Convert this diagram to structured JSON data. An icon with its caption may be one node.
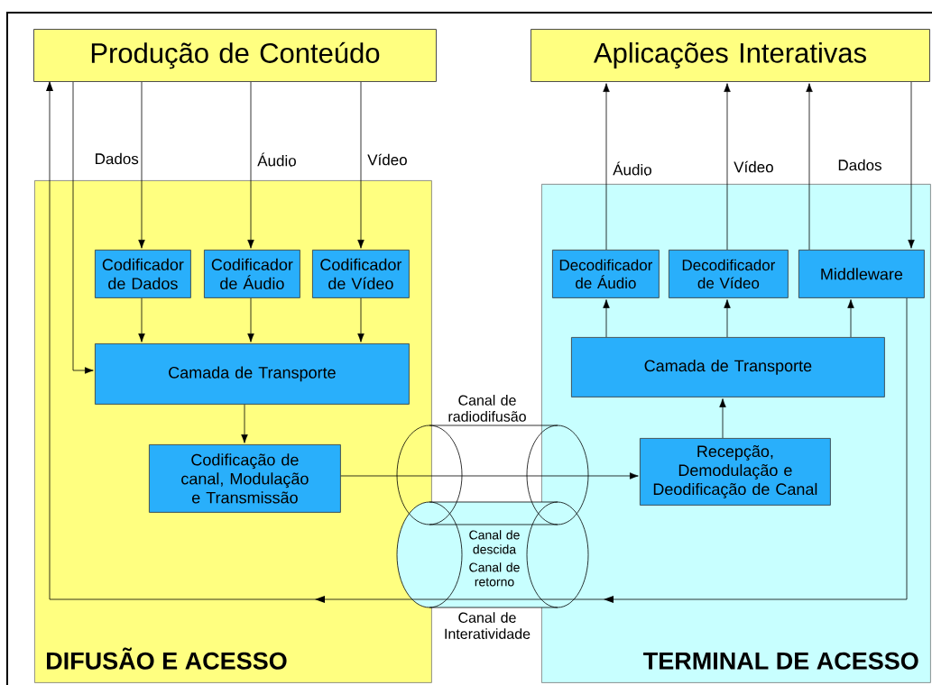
{
  "diagram": {
    "nodes": [
      {
        "text": [
          "Produção de Conteúdo"
        ]
      },
      {
        "text": [
          "Aplicações Interativas"
        ]
      },
      {
        "text": [
          "DIFUSÃO E ACESSO"
        ]
      },
      {
        "text": [
          "Codificador de Dados"
        ],
        "in": 2
      },
      {
        "text": [
          "Codificador de Áudio"
        ],
        "in": 2
      },
      {
        "text": [
          "Codificador de Vídeo"
        ],
        "in": 2
      },
      {
        "text": [
          "Camada de Transporte"
        ],
        "in": 2
      },
      {
        "text": [
          "Codificação de canal, Modulação e Transmissão"
        ],
        "in": 2
      },
      {
        "text": [
          "TERMINAL DE ACESSO"
        ]
      },
      {
        "text": [
          "Decodificador de Áudio"
        ],
        "in": 8
      },
      {
        "text": [
          "Decodificador de Vídeo"
        ],
        "in": 8
      },
      {
        "text": [
          "Middleware"
        ],
        "in": 8
      },
      {
        "text": [
          "Camada de Transporte"
        ],
        "in": 8
      },
      {
        "text": [
          "Recepção, Demodulação e Deodificação de Canal"
        ],
        "in": 8
      }
    ],
    "edges": [
      {
        "from": 0,
        "to": 3,
        "arrow": "to",
        "label": "Dados"
      },
      {
        "from": 0,
        "to": 4,
        "arrow": "to",
        "label": "Áudio"
      },
      {
        "from": 0,
        "to": 5,
        "arrow": "to",
        "label": "Vídeo"
      },
      {
        "from": 0,
        "to": 6,
        "arrow": "to"
      },
      {
        "from": 3,
        "to": 6,
        "arrow": "to"
      },
      {
        "from": 4,
        "to": 6,
        "arrow": "to"
      },
      {
        "from": 5,
        "to": 6,
        "arrow": "to"
      },
      {
        "from": 6,
        "to": 7,
        "arrow": "to"
      },
      {
        "from": 7,
        "to": 13,
        "arrow": "to"
      },
      {
        "from": 13,
        "to": 12,
        "arrow": "to"
      },
      {
        "from": 12,
        "to": 9,
        "arrow": "to"
      },
      {
        "from": 12,
        "to": 10,
        "arrow": "to"
      },
      {
        "from": 12,
        "to": 11,
        "arrow": "to"
      },
      {
        "from": 9,
        "to": 1,
        "arrow": "to",
        "label": "Áudio"
      },
      {
        "from": 10,
        "to": 1,
        "arrow": "to",
        "label": "Vídeo"
      },
      {
        "from": 11,
        "to": 1,
        "arrow": "to",
        "label": "Dados"
      },
      {
        "from": 1,
        "to": 11,
        "arrow": "to"
      },
      {
        "from": 11,
        "to": 0,
        "arrow": "to"
      }
    ],
    "labels": [
      "Canal de radiodifusão",
      "Canal de descida",
      "Canal de retorno",
      "Canal de Interatividade"
    ]
  }
}
